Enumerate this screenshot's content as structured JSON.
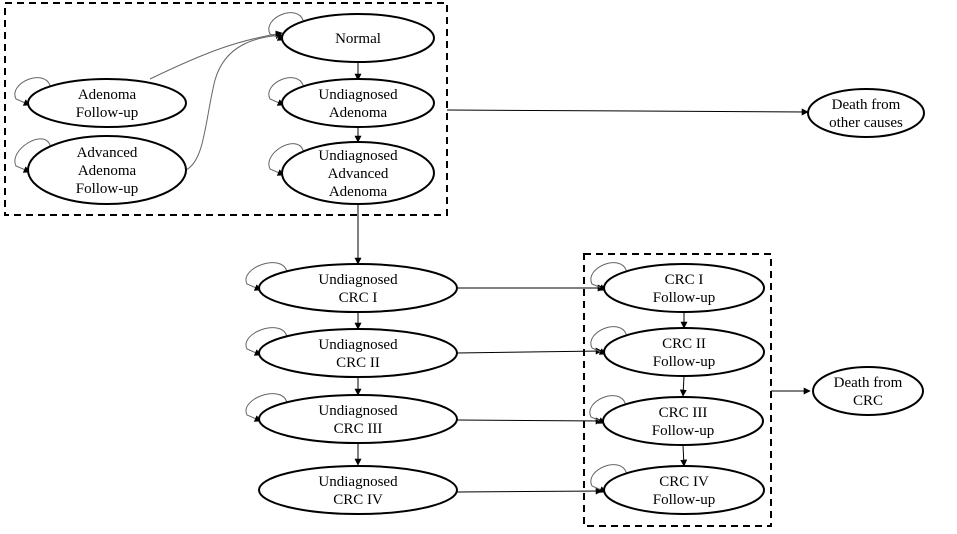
{
  "diagram": {
    "states": [
      {
        "id": "normal",
        "lines": [
          "Normal"
        ]
      },
      {
        "id": "adenoma_fu",
        "lines": [
          "Adenoma",
          "Follow-up"
        ]
      },
      {
        "id": "adv_adenoma_fu",
        "lines": [
          "Advanced",
          "Adenoma",
          "Follow-up"
        ]
      },
      {
        "id": "undiag_adenoma",
        "lines": [
          "Undiagnosed",
          "Adenoma"
        ]
      },
      {
        "id": "undiag_adv_adenoma",
        "lines": [
          "Undiagnosed",
          "Advanced",
          "Adenoma"
        ]
      },
      {
        "id": "death_other",
        "lines": [
          "Death from",
          "other causes"
        ]
      },
      {
        "id": "undiag_crc1",
        "lines": [
          "Undiagnosed",
          "CRC I"
        ]
      },
      {
        "id": "undiag_crc2",
        "lines": [
          "Undiagnosed",
          "CRC II"
        ]
      },
      {
        "id": "undiag_crc3",
        "lines": [
          "Undiagnosed",
          "CRC III"
        ]
      },
      {
        "id": "undiag_crc4",
        "lines": [
          "Undiagnosed",
          "CRC IV"
        ]
      },
      {
        "id": "crc1_fu",
        "lines": [
          "CRC I",
          "Follow-up"
        ]
      },
      {
        "id": "crc2_fu",
        "lines": [
          "CRC II",
          "Follow-up"
        ]
      },
      {
        "id": "crc3_fu",
        "lines": [
          "CRC III",
          "Follow-up"
        ]
      },
      {
        "id": "crc4_fu",
        "lines": [
          "CRC IV",
          "Follow-up"
        ]
      },
      {
        "id": "death_crc",
        "lines": [
          "Death from",
          "CRC"
        ]
      }
    ],
    "transitions": [
      {
        "from": "adenoma_fu",
        "to": "normal"
      },
      {
        "from": "adv_adenoma_fu",
        "to": "normal"
      },
      {
        "from": "normal",
        "to": "undiag_adenoma"
      },
      {
        "from": "undiag_adenoma",
        "to": "undiag_adv_adenoma"
      },
      {
        "from": "undiag_adv_adenoma",
        "to": "undiag_crc1"
      },
      {
        "from": "undiag_crc1",
        "to": "undiag_crc2"
      },
      {
        "from": "undiag_crc2",
        "to": "undiag_crc3"
      },
      {
        "from": "undiag_crc3",
        "to": "undiag_crc4"
      },
      {
        "from": "undiag_crc1",
        "to": "crc1_fu"
      },
      {
        "from": "undiag_crc2",
        "to": "crc2_fu"
      },
      {
        "from": "undiag_crc3",
        "to": "crc3_fu"
      },
      {
        "from": "undiag_crc4",
        "to": "crc4_fu"
      },
      {
        "from": "crc1_fu",
        "to": "crc2_fu"
      },
      {
        "from": "crc2_fu",
        "to": "crc3_fu"
      },
      {
        "from": "crc3_fu",
        "to": "crc4_fu"
      },
      {
        "from": "group-noncancer",
        "to": "death_other"
      },
      {
        "from": "group-followup",
        "to": "death_crc"
      }
    ],
    "self_loops": [
      "normal",
      "adenoma_fu",
      "adv_adenoma_fu",
      "undiag_adenoma",
      "undiag_adv_adenoma",
      "undiag_crc1",
      "undiag_crc2",
      "undiag_crc3",
      "crc1_fu",
      "crc2_fu",
      "crc3_fu",
      "crc4_fu"
    ],
    "colors": {
      "stroke": "#000000",
      "curve": "#666666",
      "background": "#ffffff"
    }
  }
}
